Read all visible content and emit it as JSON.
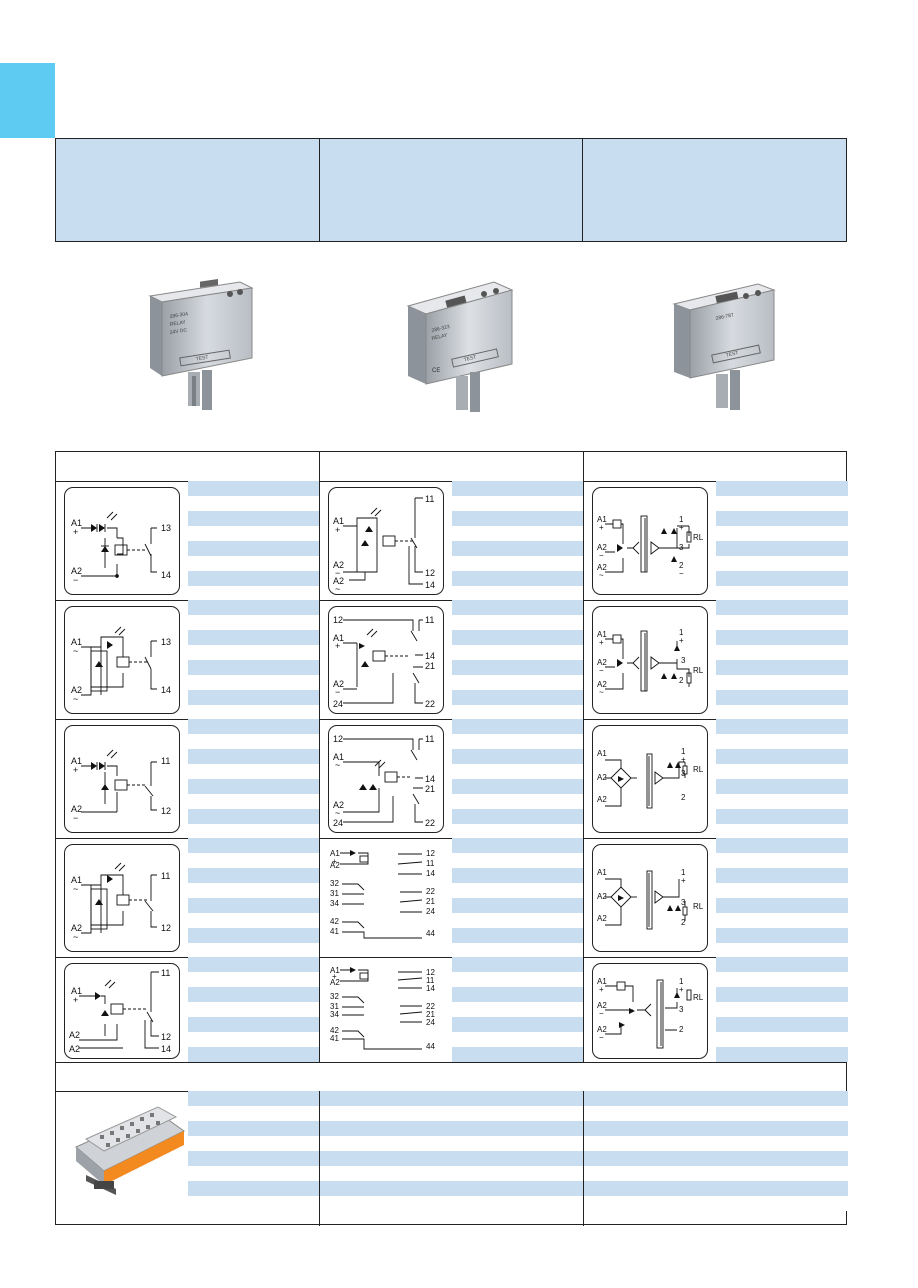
{
  "page": {
    "accent_color": "#5ecbf3",
    "stripe_color": "#c8ddf0",
    "border_color": "#222222"
  },
  "header_columns": [
    {
      "text": ""
    },
    {
      "text": ""
    },
    {
      "text": ""
    }
  ],
  "product_photos": [
    {
      "icon": "relay-module-photo",
      "label_lines": [
        "286-304",
        "RELAY",
        "24V DC",
        "TEST"
      ]
    },
    {
      "icon": "relay-module-photo-wide",
      "label_lines": [
        "286-323",
        "RELAY",
        "CE",
        "TEST"
      ]
    },
    {
      "icon": "optocoupler-module-photo",
      "label_lines": [
        "286-787",
        "TEST"
      ]
    }
  ],
  "diagram_labels": {
    "r1c1": [
      "A1",
      "+",
      "A2",
      "−",
      "13",
      "14"
    ],
    "r1c2": [
      "11",
      "A1",
      "+",
      "A2",
      "−",
      "A2",
      "~",
      "12",
      "14"
    ],
    "r1c3": [
      "A1",
      "+",
      "A2",
      "−",
      "A2",
      "~",
      "1",
      "+",
      "3",
      "2",
      "−",
      "RL"
    ],
    "r2c1": [
      "A1",
      "~",
      "A2",
      "~",
      "13",
      "14"
    ],
    "r2c2": [
      "12",
      "A1",
      "+",
      "11",
      "14",
      "21",
      "A2",
      "−",
      "24",
      "22"
    ],
    "r2c3": [
      "A1",
      "+",
      "A2",
      "−",
      "A2",
      "~",
      "1",
      "+",
      "3",
      "2",
      "RL"
    ],
    "r3c1": [
      "A1",
      "+",
      "A2",
      "−",
      "11",
      "12"
    ],
    "r3c2": [
      "12",
      "A1",
      "~",
      "11",
      "14",
      "21",
      "A2",
      "~",
      "24",
      "22"
    ],
    "r3c3": [
      "A1",
      "A2",
      "A2",
      "1",
      "+",
      "3",
      "2",
      "RL"
    ],
    "r4c1": [
      "A1",
      "~",
      "A2",
      "~",
      "11",
      "12"
    ],
    "r4c2": [
      "A1",
      "+",
      "A2",
      "12",
      "11",
      "14",
      "32",
      "31",
      "34",
      "22",
      "21",
      "24",
      "42",
      "41",
      "44"
    ],
    "r4c3": [
      "A1",
      "A2",
      "A2",
      "1",
      "+",
      "3",
      "2",
      "RL"
    ],
    "r5c1": [
      "A1",
      "+",
      "A2",
      "A2",
      "11",
      "12",
      "14"
    ],
    "r5c2": [
      "A1",
      "+",
      "A2",
      "12",
      "11",
      "14",
      "32",
      "31",
      "34",
      "22",
      "21",
      "24",
      "42",
      "41",
      "44"
    ],
    "r5c3": [
      "A1",
      "+",
      "A2",
      "−",
      "A2",
      "−",
      "1",
      "+",
      "3",
      "2",
      "RL"
    ]
  },
  "accessory": {
    "band_text": "",
    "photo_icon": "terminal-block-carrier-photo"
  }
}
